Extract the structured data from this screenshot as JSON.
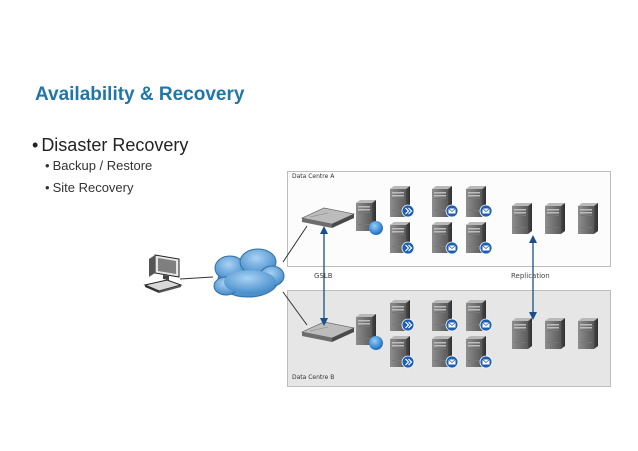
{
  "title": "Availability & Recovery",
  "bullets": [
    {
      "text": "Disaster Recovery",
      "subs": [
        "Backup / Restore",
        "Site Recovery"
      ]
    }
  ],
  "bullet_glyph": "•",
  "diagram": {
    "dc_a": "Data Centre A",
    "dc_b": "Data Centre B",
    "gslb": "GSLB",
    "replication": "Replication",
    "icons": [
      "workstation-icon",
      "cloud-icon",
      "load-balancer-icon",
      "server-icon",
      "server-cluster-icon"
    ],
    "colors": {
      "title": "#1f77a9",
      "cloud": "#5b9fd6",
      "arrow": "#1a4f8a",
      "badge": "#1e5fb5"
    }
  }
}
